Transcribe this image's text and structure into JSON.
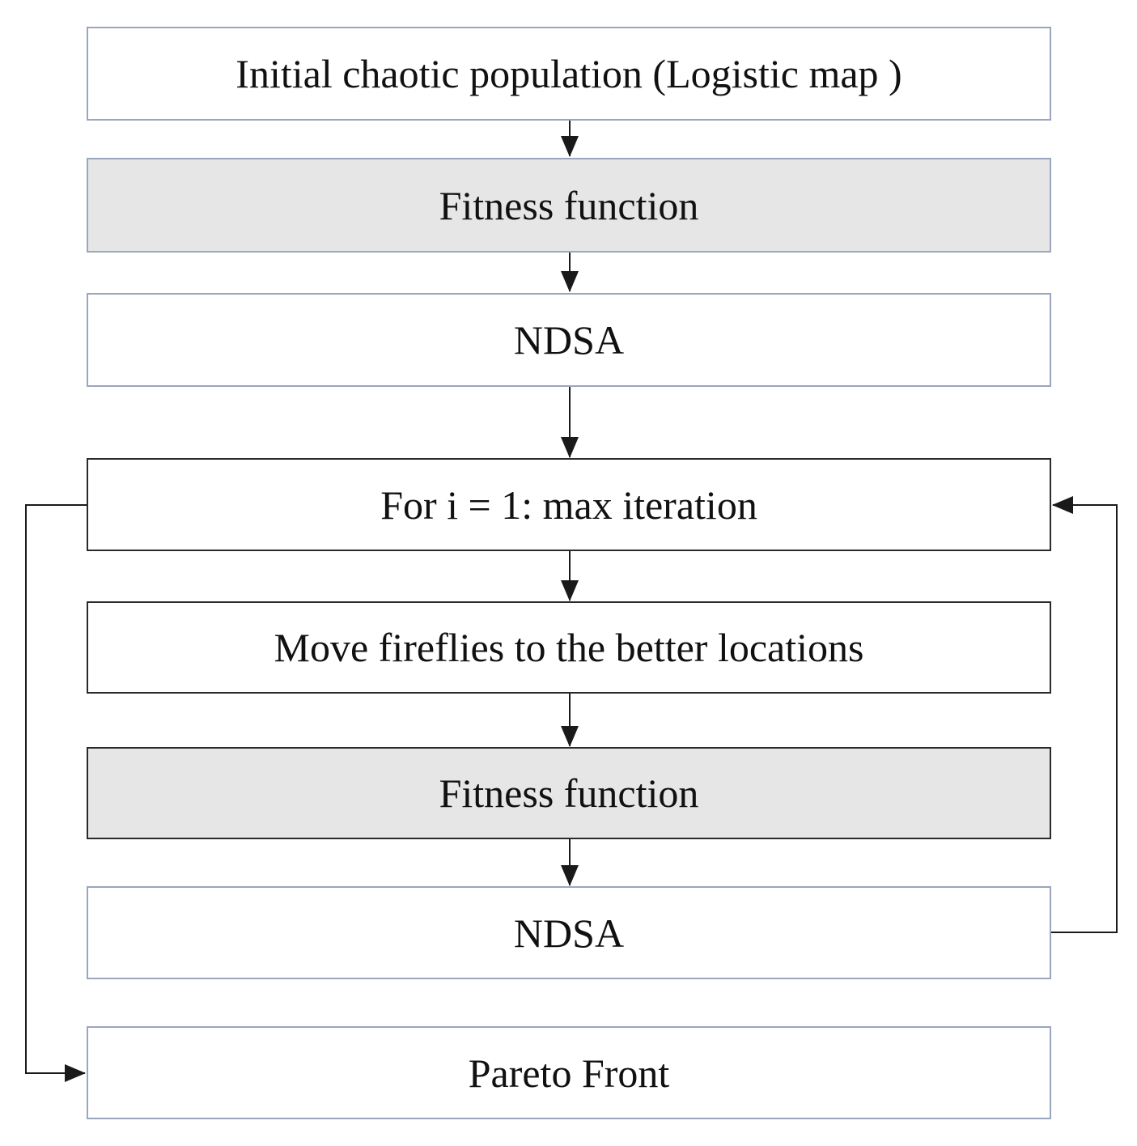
{
  "diagram": {
    "steps": [
      {
        "label": "Initial chaotic population (Logistic map )"
      },
      {
        "label": "Fitness function"
      },
      {
        "label": "NDSA"
      },
      {
        "label": "For i = 1: max iteration"
      },
      {
        "label": "Move fireflies to the better locations"
      },
      {
        "label": "Fitness function"
      },
      {
        "label": "NDSA"
      },
      {
        "label": "Pareto Front"
      }
    ],
    "colors": {
      "shaded_fill": "#e6e6e6",
      "plain_fill": "#ffffff",
      "blue_border": "#9aa6bd",
      "dark_border": "#2a2a2a",
      "connector": "#1a1a1a"
    }
  }
}
